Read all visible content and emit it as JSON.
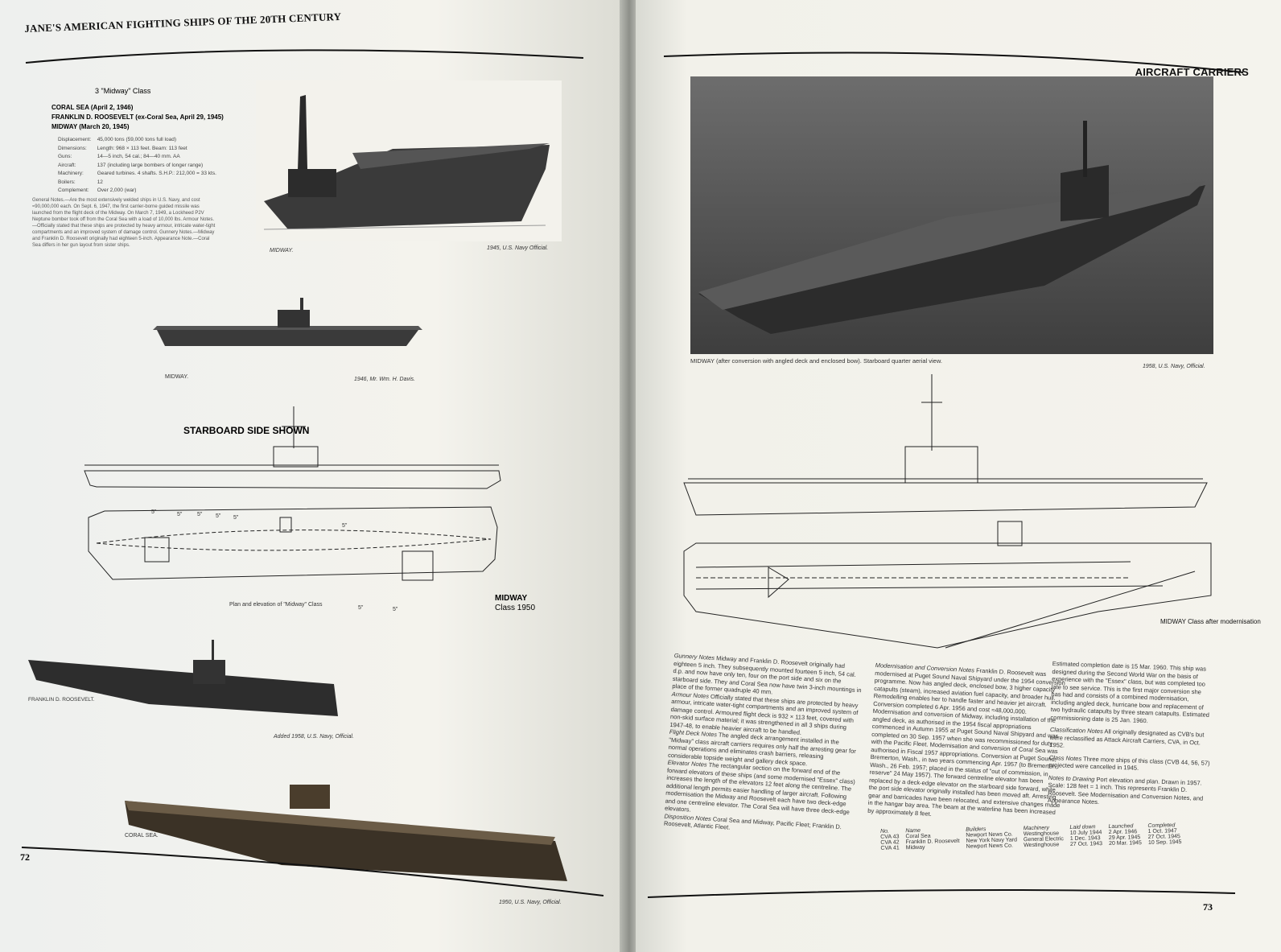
{
  "left": {
    "running_head": "JANE'S AMERICAN FIGHTING SHIPS OF THE 20TH CENTURY",
    "page_number": "72",
    "class_title": "3 \"Midway\" Class",
    "ships": [
      "CORAL SEA (April 2, 1946)",
      "FRANKLIN D. ROOSEVELT (ex-Coral Sea, April 29, 1945)",
      "MIDWAY (March 20, 1945)"
    ],
    "specs": [
      {
        "label": "Displacement:",
        "value": "45,000 tons (59,000 tons full load)"
      },
      {
        "label": "Dimensions:",
        "value": "Length: 968 × 113 feet. Beam: 113 feet"
      },
      {
        "label": "Guns:",
        "value": "14—5 inch, 54 cal.; 84—40 mm. AA"
      },
      {
        "label": "Aircraft:",
        "value": "137 (including large bombers of longer range)"
      },
      {
        "label": "Machinery:",
        "value": "Geared turbines. 4 shafts. S.H.P.: 212,000 = 33 kts."
      },
      {
        "label": "Boilers:",
        "value": "12"
      },
      {
        "label": "Complement:",
        "value": "Over 2,000 (war)"
      }
    ],
    "notes_text": "General Notes.—Are the most extensively welded ships in U.S. Navy, and cost ≈90,000,000 each. On Sept. 6, 1947, the first carrier-borne guided missile was launched from the flight deck of the Midway. On March 7, 1949, a Lockheed P2V Neptune bomber took off from the Coral Sea with a load of 10,000 lbs. Armour Notes.—Officially stated that these ships are protected by heavy armour, intricate water-tight compartments and an improved system of damage control. Gunnery Notes.—Midway and Franklin D. Roosevelt originally had eighteen 5-inch. Appearance Note.—Coral Sea differs in her gun layout from sister ships.",
    "captions": {
      "midway_photo_left": "MIDWAY.",
      "midway_photo_right": "1945, U.S. Navy Official.",
      "midway2_left": "MIDWAY.",
      "midway2_right": "1946, Mr. Wm. H. Davis.",
      "starboard": "STARBOARD SIDE SHOWN",
      "plan_caption": "Plan and elevation of \"Midway\" Class",
      "midway_label": "MIDWAY",
      "class_year": "Class 1950",
      "fdr_label": "FRANKLIN D. ROOSEVELT.",
      "fdr_credit": "Added 1958, U.S. Navy, Official.",
      "coral_label": "CORAL SEA.",
      "coral_credit": "1950, U.S. Navy, Official."
    },
    "gun_marks": [
      "5\"",
      "5\"",
      "5\"",
      "5\"",
      "5\"",
      "5\"",
      "5\"",
      "5\""
    ]
  },
  "right": {
    "running_head": "AIRCRAFT CARRIERS",
    "page_number": "73",
    "photo_caption": "MIDWAY (after conversion with angled deck and enclosed bow).   Starboard quarter aerial view.",
    "photo_credit": "1958, U.S. Navy, Official.",
    "drawing_caption": "MIDWAY Class after modernisation",
    "notes_col1": [
      {
        "h": "Gunnery Notes",
        "t": "Midway and Franklin D. Roosevelt originally had eighteen 5 inch. They subsequently mounted fourteen 5 inch, 54 cal. d.p. and now have only ten, four on the port side and six on the starboard side. They and Coral Sea now have twin 3-inch mountings in place of the former quadruple 40 mm."
      },
      {
        "h": "Armour Notes",
        "t": "Officially stated that these ships are protected by heavy armour, intricate water-tight compartments and an improved system of damage control. Armoured flight deck is 932 × 113 feet, covered with non-skid surface material; it was strengthened in all 3 ships during 1947-48, to enable heavier aircraft to be handled."
      },
      {
        "h": "Flight Deck Notes",
        "t": "The angled deck arrangement installed in the \"Midway\" class aircraft carriers requires only half the arresting gear for normal operations and eliminates crash barriers, releasing considerable topside weight and gallery deck space."
      },
      {
        "h": "Elevator Notes",
        "t": "The rectangular section on the forward end of the forward elevators of these ships (and some modernised \"Essex\" class) increases the length of the elevators 12 feet along the centreline. The additional length permits easier handling of larger aircraft. Following modernisation the Midway and Roosevelt each have two deck-edge and one centreline elevator. The Coral Sea will have three deck-edge elevators."
      },
      {
        "h": "Disposition Notes",
        "t": "Coral Sea and Midway, Pacific Fleet; Franklin D. Roosevelt, Atlantic Fleet."
      }
    ],
    "notes_col2": [
      {
        "h": "Modernisation and Conversion Notes",
        "t": "Franklin D. Roosevelt was modernised at Puget Sound Naval Shipyard under the 1954 conversion programme. Now has angled deck, enclosed bow, 3 higher capacity catapults (steam), increased aviation fuel capacity, and broader hull. Remodelling enables her to handle faster and heavier jet aircraft. Conversion completed 6 Apr. 1956 and cost ≈48,000,000. Modernisation and conversion of Midway, including installation of the angled deck, as authorised in the 1954 fiscal appropriations commenced in Autumn 1955 at Puget Sound Naval Shipyard and was completed on 30 Sep. 1957 when she was recommissioned for duty with the Pacific Fleet. Modernisation and conversion of Coral Sea was authorised in Fiscal 1957 appropriations. Conversion at Puget Sound, Bremerton, Wash., in two years commencing Apr. 1957 (to Bremerton, Wash., 26 Feb. 1957; placed in the status of \"out of commission, in reserve\" 24 May 1957). The forward centreline elevator has been replaced by a deck-edge elevator on the starboard side forward, while the port side elevator originally installed has been moved aft. Arresting gear and barricades have been relocated, and extensive changes made in the hangar bay area. The beam at the waterline has been increased by approximately 8 feet."
      }
    ],
    "notes_col3": [
      {
        "h": "",
        "t": "Estimated completion date is 15 Mar. 1960. This ship was designed during the Second World War on the basis of experience with the \"Essex\" class, but was completed too late to see service. This is the first major conversion she has had and consists of a combined modernisation, including angled deck, hurricane bow and replacement of two hydraulic catapults by three steam catapults. Estimated commissioning date is 25 Jan. 1960."
      },
      {
        "h": "Classification Notes",
        "t": "All originally designated as CVB's but were reclassified as Attack Aircraft Carriers, CVA, in Oct. 1952."
      },
      {
        "h": "Class Notes",
        "t": "Three more ships of this class (CVB 44, 56, 57) projected were cancelled in 1945."
      },
      {
        "h": "Notes to Drawing",
        "t": "Port elevation and plan. Drawn in 1957. Scale: 128 feet = 1 inch. This represents Franklin D. Roosevelt. See Modernisation and Conversion Notes, and Appearance Notes."
      }
    ],
    "fleet_table": {
      "headers": [
        "No.",
        "Name",
        "Builders",
        "Machinery",
        "Laid down",
        "Launched",
        "Completed"
      ],
      "rows": [
        [
          "CVA 43",
          "Coral Sea",
          "Newport News Co.",
          "Westinghouse",
          "10 July 1944",
          "2 Apr. 1946",
          "1 Oct. 1947"
        ],
        [
          "CVA 42",
          "Franklin D. Roosevelt",
          "New York Navy Yard",
          "General Electric",
          "1 Dec. 1943",
          "29 Apr. 1945",
          "27 Oct. 1945"
        ],
        [
          "CVA 41",
          "Midway",
          "Newport News Co.",
          "Westinghouse",
          "27 Oct. 1943",
          "20 Mar. 1945",
          "10 Sep. 1945"
        ]
      ]
    }
  }
}
